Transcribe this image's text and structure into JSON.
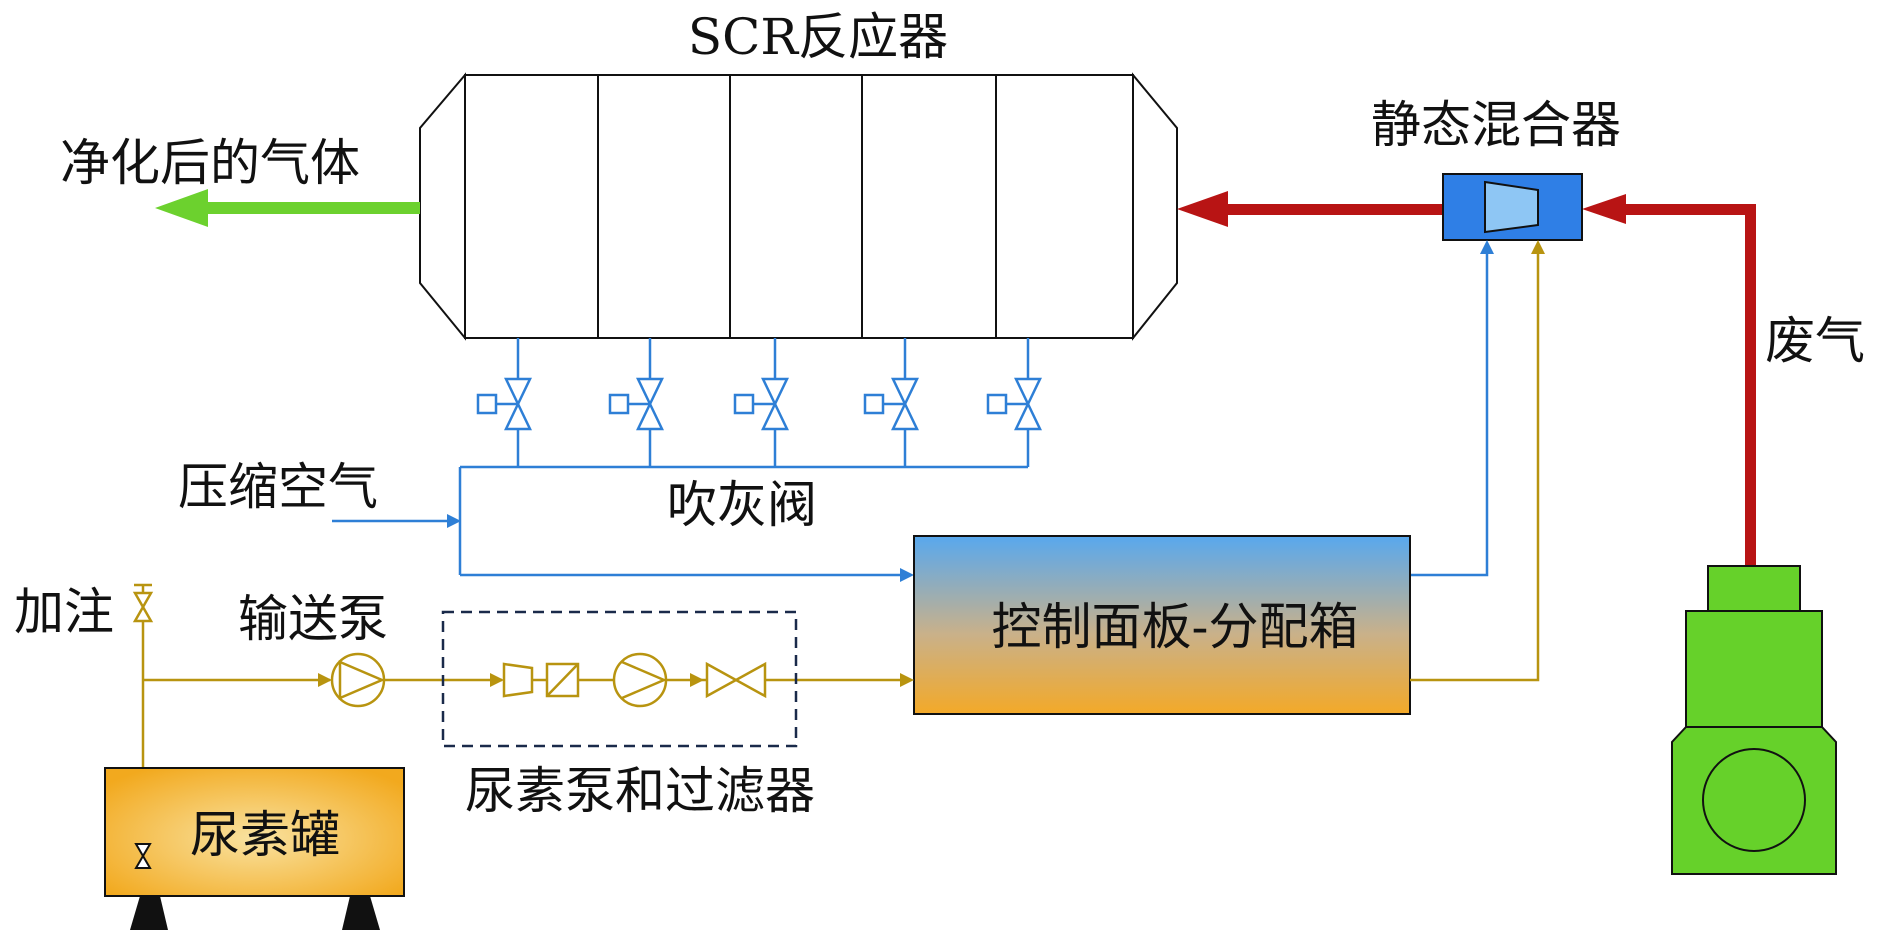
{
  "labels": {
    "scr_reactor": "SCR反应器",
    "purified_gas": "净化后的气体",
    "static_mixer": "静态混合器",
    "exhaust_gas": "废气",
    "compressed_air": "压缩空气",
    "soot_blow_valve": "吹灰阀",
    "control_panel": "控制面板-分配箱",
    "fill": "加注",
    "transfer_pump": "输送泵",
    "urea_pump_filter": "尿素泵和过滤器",
    "urea_tank": "尿素罐"
  },
  "colors": {
    "exhaust": "#b81414",
    "purified": "#6cd12e",
    "air": "#2e7fd6",
    "urea": "#b89410",
    "mixer": "#2f7fe6",
    "engine": "#66d12a",
    "tank_light": "#f9e2a0",
    "tank_dark": "#f2a91e",
    "panel_top": "#58a8ee",
    "panel_bottom": "#f3a928",
    "stroke": "#111111"
  }
}
